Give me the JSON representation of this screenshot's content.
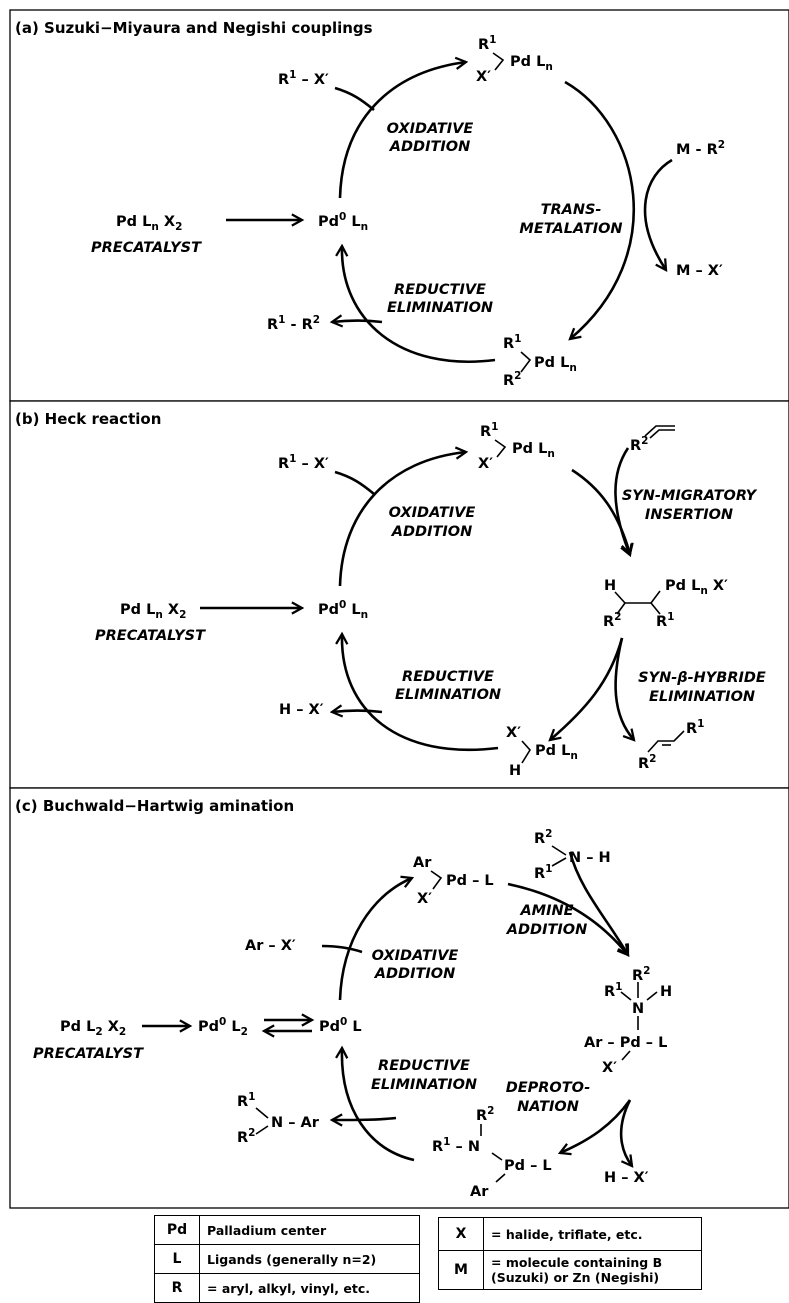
{
  "panels": [
    {
      "title": "(a) Suzuki−Miyaura and Negishi couplings"
    },
    {
      "title": "(b) Heck reaction"
    },
    {
      "title": "(c) Buchwald−Hartwig amination"
    }
  ],
  "steps": {
    "oxidative_addition": [
      "OXIDATIVE",
      "ADDITION"
    ],
    "transmetalation": [
      "TRANS-",
      "METALATION"
    ],
    "reductive_elimination": [
      "REDUCTIVE",
      "ELIMINATION"
    ],
    "syn_migratory_insertion": [
      "SYN-MIGRATORY",
      "INSERTION"
    ],
    "syn_beta_hydride_elimination": [
      "SYN-β-HYBRIDE",
      "ELIMINATION"
    ],
    "amine_addition": [
      "AMINE",
      "ADDITION"
    ],
    "deprotonation": [
      "DEPROTO-",
      "NATION"
    ]
  },
  "labels": {
    "precatalyst": "PRECATALYST",
    "pd": "Pd",
    "L": "L",
    "n": "n",
    "two": "2",
    "one": "1",
    "zero": "0",
    "X": "X",
    "prime": "′",
    "R": "R",
    "M": "M",
    "H": "H",
    "N": "N",
    "Ar": "Ar",
    "dash": " – ",
    "hyphen": " - "
  },
  "legend": {
    "left": [
      {
        "key": "Pd",
        "value": "Palladium center"
      },
      {
        "key": "L",
        "value": "Ligands (generally n=2)"
      },
      {
        "key": "R",
        "value": "= aryl, alkyl, vinyl, etc."
      }
    ],
    "right": [
      {
        "key": "X",
        "value": "= halide, triflate, etc."
      },
      {
        "key": "M",
        "value_line1": "= molecule containing B",
        "value_line2": "(Suzuki) or Zn (Negishi)"
      }
    ]
  }
}
